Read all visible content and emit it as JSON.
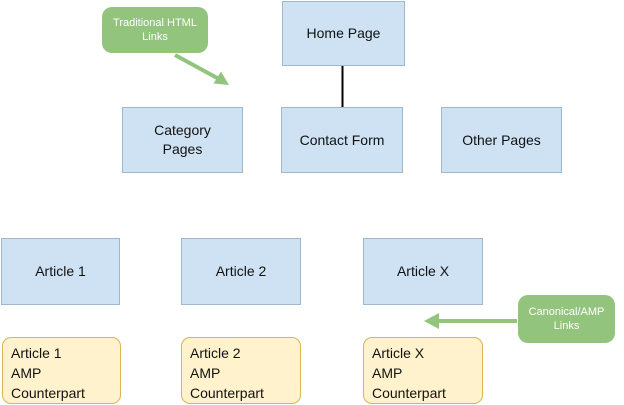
{
  "diagram": {
    "nodes": {
      "home_page": {
        "label": "Home Page"
      },
      "category_pages": {
        "label": "Category\nPages"
      },
      "contact_form": {
        "label": "Contact Form"
      },
      "other_pages": {
        "label": "Other Pages"
      },
      "article_1": {
        "label": "Article 1"
      },
      "article_2": {
        "label": "Article 2"
      },
      "article_x": {
        "label": "Article X"
      },
      "article_1_amp": {
        "label": "Article 1\nAMP\nCounterpart"
      },
      "article_2_amp": {
        "label": "Article 2\nAMP\nCounterpart"
      },
      "article_x_amp": {
        "label": "Article X\nAMP\nCounterpart"
      }
    },
    "annotations": {
      "traditional_html_links": {
        "label": "Traditional HTML\nLinks"
      },
      "canonical_amp_links": {
        "label": "Canonical/AMP\nLinks"
      }
    },
    "colors": {
      "page_box_fill": "#cfe2f3",
      "page_box_border": "#9fb8d1",
      "amp_box_fill": "#fff2cc",
      "amp_box_border": "#d6b656",
      "annotation_fill": "#93c47d",
      "annotation_text": "#ffffff",
      "arrow": "#93c47d",
      "connector": "#000000",
      "text": "#111111",
      "background": "#ffffff"
    }
  }
}
